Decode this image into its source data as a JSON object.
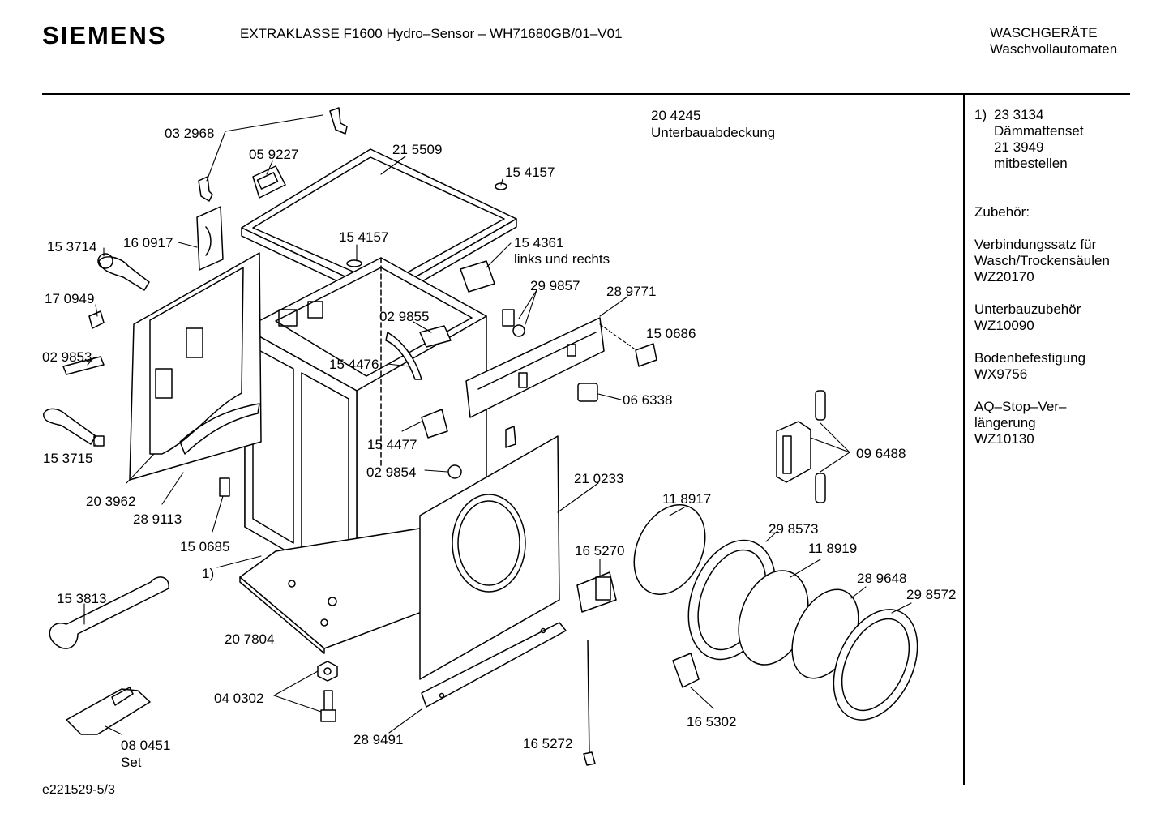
{
  "header": {
    "brand": "SIEMENS",
    "model": "EXTRAKLASSE F1600 Hydro–Sensor – WH71680GB/01–V01",
    "category_line1": "WASCHGERÄTE",
    "category_line2": "Waschvollautomaten"
  },
  "side_notes": {
    "note_mark": "1)",
    "note_lines": [
      "23 3134",
      "Dämmattenset",
      "21 3949",
      "mitbestellen"
    ],
    "accessories_title": "Zubehör:",
    "accessories": [
      {
        "lines": [
          "Verbindungssatz für",
          "Wasch/Trockensäulen",
          "WZ20170"
        ]
      },
      {
        "lines": [
          "Unterbauzubehör",
          "WZ10090"
        ]
      },
      {
        "lines": [
          "Bodenbefestigung",
          "WX9756"
        ]
      },
      {
        "lines": [
          "AQ–Stop–Ver–",
          "längerung",
          "WZ10130"
        ]
      }
    ]
  },
  "diagram": {
    "part_labels": [
      "03 2968",
      "05 9227",
      "21 5509",
      "15 4157",
      "15 4157",
      "20 4245",
      "Unterbauabdeckung",
      "15 3714",
      "16 0917",
      "15 4361",
      "links und rechts",
      "29 9857",
      "28 9771",
      "17 0949",
      "02 9855",
      "15 0686",
      "02 9853",
      "15 4476",
      "06 6338",
      "15 4477",
      "15 3715",
      "02 9854",
      "20 3962",
      "28 9113",
      "21 0233",
      "09 6488",
      "11 8917",
      "15 0685",
      "1)",
      "29 8573",
      "16 5270",
      "11 8919",
      "28 9648",
      "15 3813",
      "29 8572",
      "20 7804",
      "04 0302",
      "16 5302",
      "08 0451",
      "Set",
      "28 9491",
      "16 5272"
    ]
  },
  "footer": {
    "drawing_id": "e221529-5/3"
  }
}
